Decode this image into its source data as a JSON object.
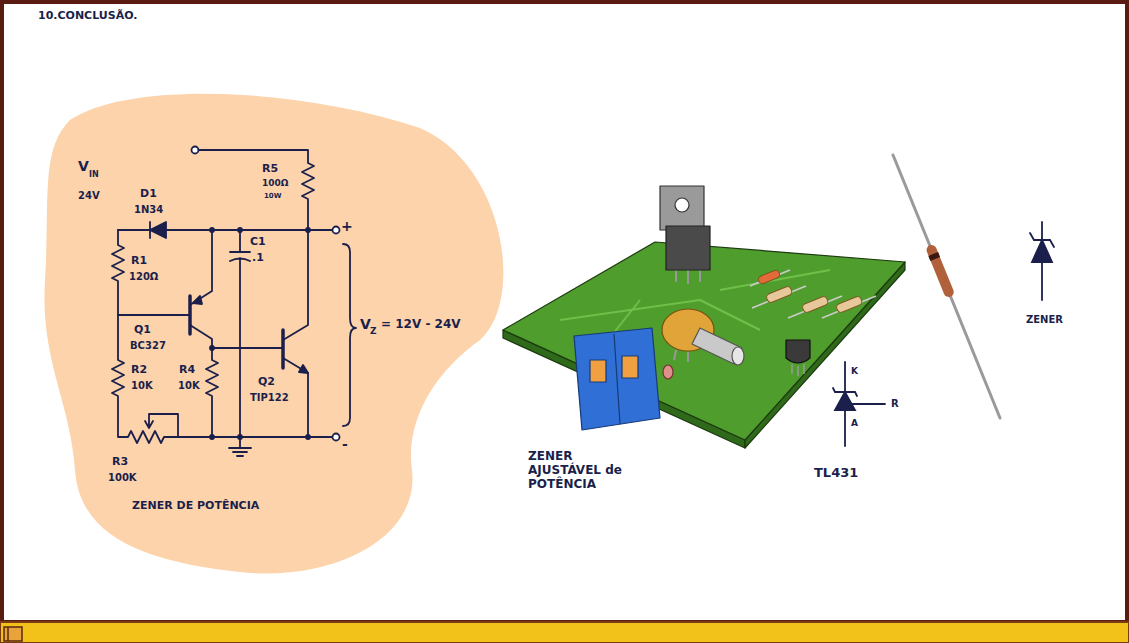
{
  "diagram": {
    "title": "10.CONCLUSÃO.",
    "labels": [
      "V",
      "IN",
      "24V",
      "R5",
      "100Ω",
      "10W",
      "D1",
      "1N34",
      "C1",
      ".1",
      "R1",
      "120Ω",
      "Q1",
      "BC327",
      "R2",
      "10K",
      "R4",
      "10K",
      "Q2",
      "TIP122",
      "R3",
      "100K",
      "+",
      "-",
      "V",
      "Z",
      "= 12V - 24V",
      "ZENER DE POTÊNCIA",
      "ZENER AJUSTÁVEL de POTÊNCIA",
      "K",
      "R",
      "A",
      "TL431",
      "ZENER"
    ]
  }
}
